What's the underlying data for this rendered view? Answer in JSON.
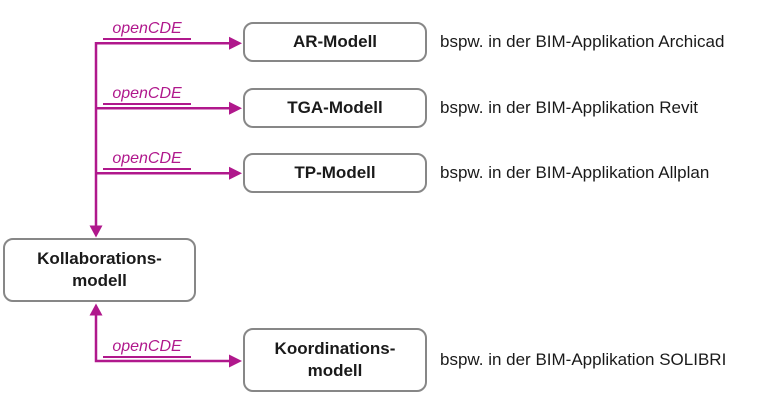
{
  "colors": {
    "accent": "#b0188c",
    "box_border": "#878787",
    "text": "#1a1a1a",
    "background": "#ffffff"
  },
  "connector_label": "openCDE",
  "nodes": {
    "hub": "Kollaborations-\nmodell",
    "ar": "AR-Modell",
    "tga": "TGA-Modell",
    "tp": "TP-Modell",
    "koordination": "Koordinations-\nmodell"
  },
  "notes": {
    "ar": "bspw. in der BIM-Applikation Archicad",
    "tga": "bspw. in der BIM-Applikation Revit",
    "tp": "bspw. in der BIM-Applikation Allplan",
    "koordination": "bspw. in der BIM-Applikation SOLIBRI"
  }
}
